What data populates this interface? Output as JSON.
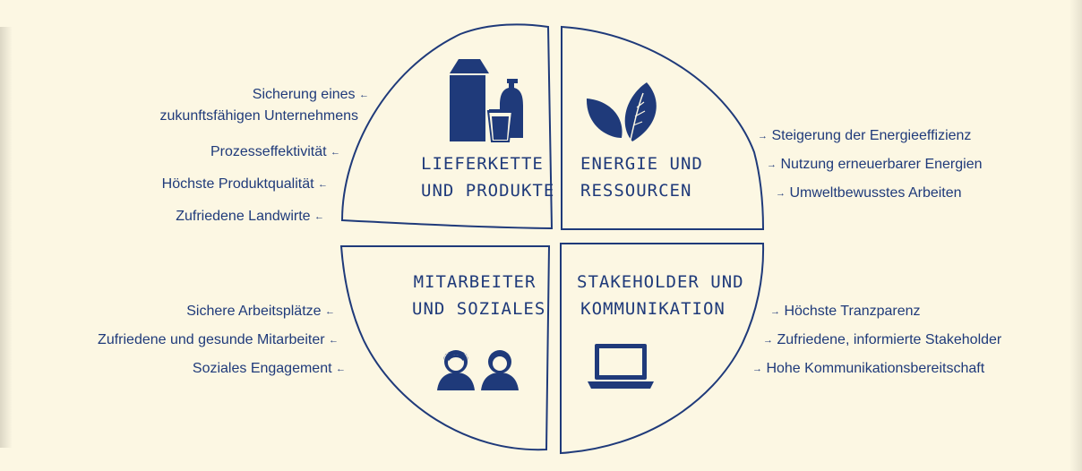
{
  "quadrants": {
    "top_left": {
      "title_line1": "LIEFERKETTE",
      "title_line2": "UND PRODUKTE",
      "icon": "milk-products-icon",
      "items": [
        "Sicherung eines",
        "zukunftsfähigen Unternehmens",
        "Prozesseffektivität",
        "Höchste Produktqualität",
        "Zufriedene Landwirte"
      ]
    },
    "top_right": {
      "title_line1": "ENERGIE UND",
      "title_line2": "RESSOURCEN",
      "icon": "leaf-icon",
      "items": [
        "Steigerung der Energieeffizienz",
        "Nutzung erneuerbarer Energien",
        "Umweltbewusstes Arbeiten"
      ]
    },
    "bottom_left": {
      "title_line1": "MITARBEITER",
      "title_line2": "UND SOZIALES",
      "icon": "people-icon",
      "items": [
        "Sichere Arbeitsplätze",
        "Zufriedene und gesunde Mitarbeiter",
        "Soziales Engagement"
      ]
    },
    "bottom_right": {
      "title_line1": "STAKEHOLDER UND",
      "title_line2": "KOMMUNIKATION",
      "icon": "laptop-icon",
      "items": [
        "Höchste Tranzparenz",
        "Zufriedene, informierte Stakeholder",
        "Hohe Kommunikationsbereitschaft"
      ]
    }
  },
  "arrows": {
    "left": "←",
    "right": "→"
  },
  "colors": {
    "background": "#fcf7e3",
    "ink": "#1f3a7a"
  }
}
